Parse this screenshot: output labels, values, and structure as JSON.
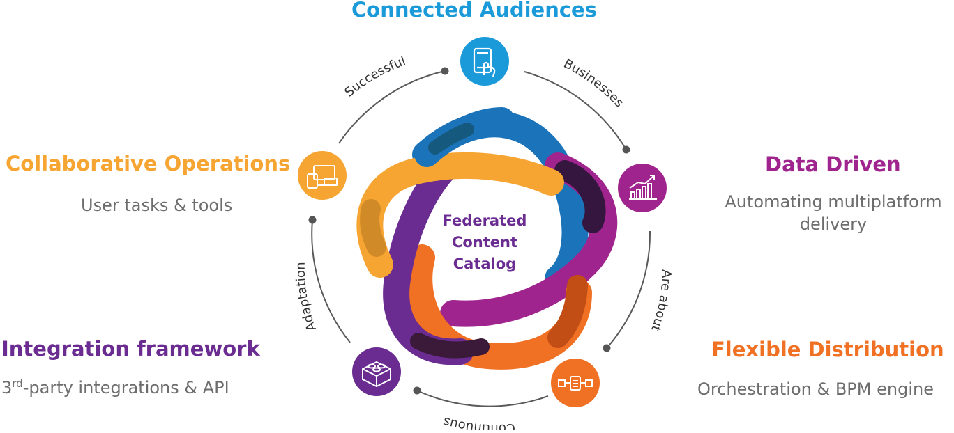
{
  "colors": {
    "blue": "#1a9ad9",
    "orange": "#f07123",
    "gold": "#f6a532",
    "magenta": "#a0248e",
    "purple": "#6a2c91",
    "subtitle_gray": "#6d6d6d",
    "ring_gray": "#5a5a5a"
  },
  "center": {
    "lines": [
      "Federated",
      "Content",
      "Catalog"
    ]
  },
  "nodes": {
    "top": {
      "title": "Connected Audiences",
      "icon": "tablet-touch-icon"
    },
    "left": {
      "title": "Collaborative Operations",
      "subtitle": "User tasks & tools",
      "icon": "devices-icon"
    },
    "right": {
      "title": "Data Driven",
      "subtitle": "Automating multiplatform delivery",
      "icon": "bar-chart-trend-icon"
    },
    "bottom_left": {
      "title": "Integration framework",
      "subtitle_prefix": "3",
      "subtitle_sup": "rd",
      "subtitle_rest": "-party integrations & API",
      "icon": "lego-brick-icon"
    },
    "bottom_right": {
      "title": "Flexible Distribution",
      "subtitle": "Orchestration & BPM engine",
      "icon": "workflow-icon"
    }
  },
  "arc_labels": {
    "top_left": "Successful",
    "top_right": "Businesses",
    "right": "Are about",
    "bottom": "Continuous",
    "left": "Adaptation"
  }
}
